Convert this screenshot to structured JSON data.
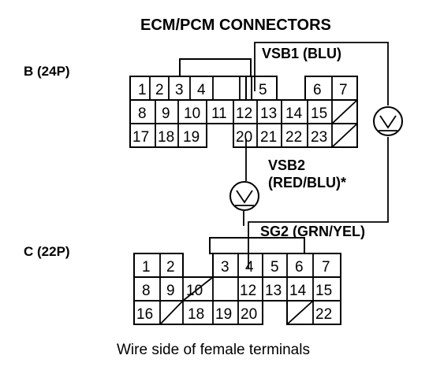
{
  "title": "ECM/PCM CONNECTORS",
  "caption": "Wire side of female terminals",
  "connectors": [
    {
      "id": "B",
      "label": "B (24P)",
      "rows": [
        [
          "1",
          "2",
          "3",
          "4",
          "",
          "5",
          "",
          "6",
          "7"
        ],
        [
          "8",
          "9",
          "10",
          "11",
          "12",
          "13",
          "14",
          "15",
          "/"
        ],
        [
          "17",
          "18",
          "19",
          "",
          "20",
          "21",
          "22",
          "23",
          "/"
        ]
      ]
    },
    {
      "id": "C",
      "label": "C (22P)",
      "rows": [
        [
          "1",
          "2",
          "",
          "3",
          "4",
          "5",
          "6",
          "7"
        ],
        [
          "8",
          "9",
          "10",
          "/",
          "12",
          "13",
          "14",
          "15"
        ],
        [
          "16",
          "/",
          "18",
          "19",
          "20",
          "",
          "/",
          "22"
        ]
      ]
    }
  ],
  "wires": {
    "vsb1": "VSB1 (BLU)",
    "vsb2_line1": "VSB2",
    "vsb2_line2": "(RED/BLU)*",
    "sg2": "SG2 (GRN/YEL)"
  },
  "meter_symbol": "V"
}
